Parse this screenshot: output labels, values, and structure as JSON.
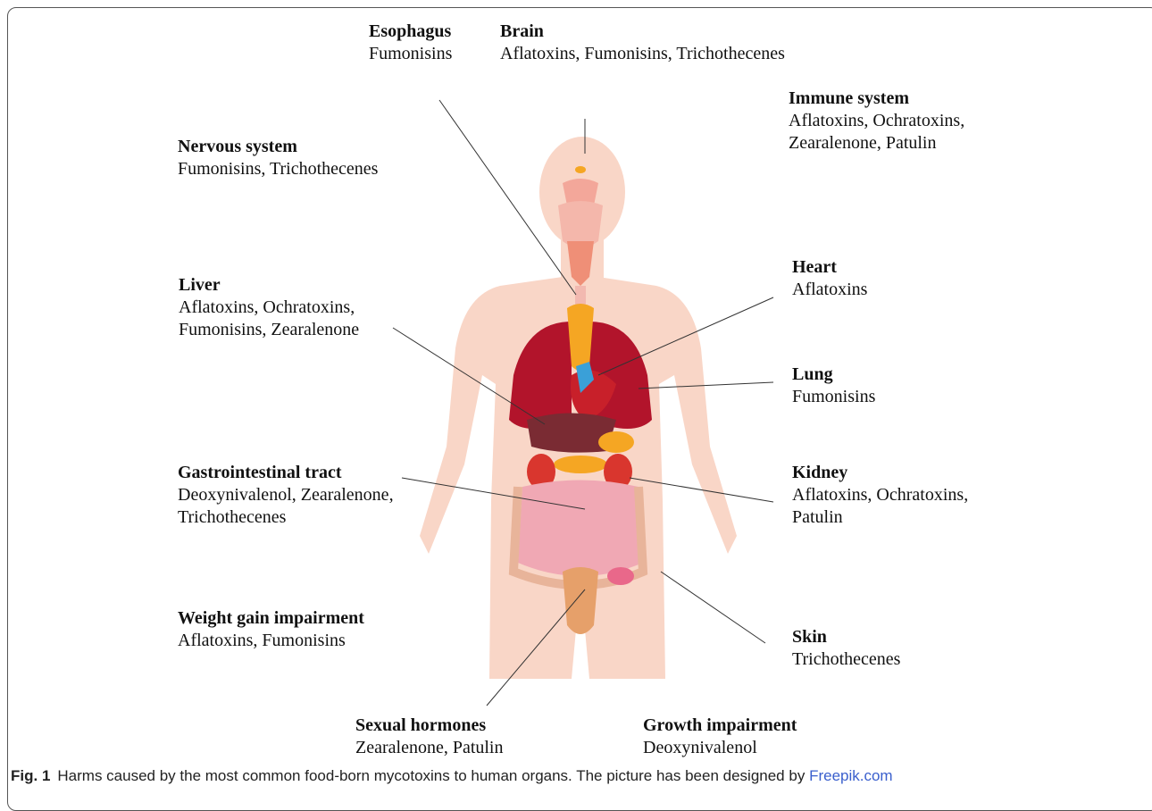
{
  "labels": {
    "esophagus": {
      "title": "Esophagus",
      "desc": [
        "Fumonisins"
      ]
    },
    "brain": {
      "title": "Brain",
      "desc": [
        "Aflatoxins, Fumonisins, Trichothecenes"
      ]
    },
    "immune": {
      "title": "Immune system",
      "desc": [
        "Aflatoxins, Ochratoxins,",
        "Zearalenone, Patulin"
      ]
    },
    "nervous": {
      "title": "Nervous system",
      "desc": [
        "Fumonisins, Trichothecenes"
      ]
    },
    "heart": {
      "title": "Heart",
      "desc": [
        "Aflatoxins"
      ]
    },
    "liver": {
      "title": "Liver",
      "desc": [
        "Aflatoxins, Ochratoxins,",
        "Fumonisins, Zearalenone"
      ]
    },
    "lung": {
      "title": "Lung",
      "desc": [
        "Fumonisins"
      ]
    },
    "gi": {
      "title": "Gastrointestinal tract",
      "desc": [
        "Deoxynivalenol, Zearalenone,",
        "Trichothecenes"
      ]
    },
    "kidney": {
      "title": "Kidney",
      "desc": [
        "Aflatoxins, Ochratoxins,",
        "Patulin"
      ]
    },
    "weight": {
      "title": "Weight gain impairment",
      "desc": [
        "Aflatoxins, Fumonisins"
      ]
    },
    "skin": {
      "title": "Skin",
      "desc": [
        "Trichothecenes"
      ]
    },
    "sexual": {
      "title": "Sexual hormones",
      "desc": [
        "Zearalenone, Patulin"
      ]
    },
    "growth": {
      "title": "Growth impairment",
      "desc": [
        "Deoxynivalenol"
      ]
    }
  },
  "caption": {
    "fig": "Fig. 1",
    "text": "Harms caused by the most common food-born mycotoxins to human organs. The picture has been designed by",
    "link": "Freepik.com"
  },
  "colors": {
    "skin": "#f9d6c7",
    "lung": "#b2142b",
    "liver": "#7a2b33",
    "thyroid": "#f5a623",
    "intestine": "#f0a8b4",
    "kidney": "#d9362e",
    "heart": "#c8202a",
    "vessel": "#3aa0d8"
  }
}
